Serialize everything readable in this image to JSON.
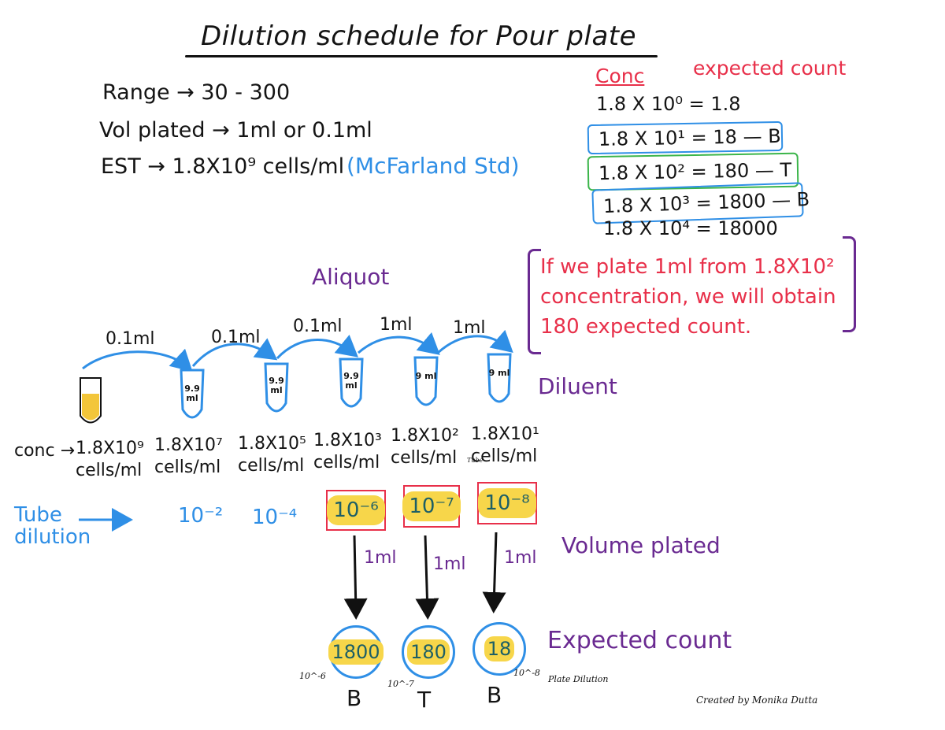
{
  "title": "Dilution schedule for Pour plate",
  "info": {
    "range": "Range →  30 - 300",
    "vol_plated": "Vol plated →  1ml or 0.1ml",
    "est": "EST →  1.8X10⁹ cells/ml",
    "mcfarland": "(McFarland Std)"
  },
  "table": {
    "header_conc": "Conc",
    "header_count": "expected count",
    "rows": [
      "1.8 X 10⁰ = 1.8",
      "1.8 X 10¹ = 18 — B",
      "1.8 X 10² = 180 — T",
      "1.8 X 10³ = 1800 — B",
      "1.8 X 10⁴ = 18000"
    ]
  },
  "note": "If we plate 1ml from 1.8X10² concentration, we will obtain 180 expected count.",
  "aliquot": "Aliquot",
  "aliquot_volumes": [
    "0.1ml",
    "0.1ml",
    "0.1ml",
    "1ml",
    "1ml"
  ],
  "diluent_label": "Diluent",
  "tube_labels": [
    "9.9 ml",
    "9.9 ml",
    "9.9 ml",
    "9 ml",
    "9 ml"
  ],
  "conc_label": "conc →",
  "concentrations": [
    {
      "value": "1.8X10⁹",
      "unit": "cells/ml"
    },
    {
      "value": "1.8X10⁷",
      "unit": "cells/ml"
    },
    {
      "value": "1.8X10⁵",
      "unit": "cells/ml"
    },
    {
      "value": "1.8X10³",
      "unit": "cells/ml"
    },
    {
      "value": "1.8X10²",
      "unit": "cells/ml"
    },
    {
      "value": "1.8X10¹",
      "unit": "cells/ml"
    }
  ],
  "small_label_tube": "Tube",
  "tube_dilution_label": "Tube dilution",
  "tube_dilutions": [
    "10⁻²",
    "10⁻⁴",
    "10⁻⁶",
    "10⁻⁷",
    "10⁻⁸"
  ],
  "plated_volume": "1ml",
  "volume_plated_label": "Volume plated",
  "expected_count_label": "Expected count",
  "plates": [
    {
      "count": "1800",
      "code": "B",
      "plate_dilution": "10^-6"
    },
    {
      "count": "180",
      "code": "T",
      "plate_dilution": "10^-7"
    },
    {
      "count": "18",
      "code": "B",
      "plate_dilution": "10^-8"
    }
  ],
  "plate_dilution_label": "Plate Dilution",
  "credit": "Created by Monika Dutta",
  "colors": {
    "blue": "#2f8fe6",
    "red": "#e8304a",
    "purple": "#6a2a91",
    "green": "#3bb54a",
    "yellow": "#f7d64a"
  }
}
